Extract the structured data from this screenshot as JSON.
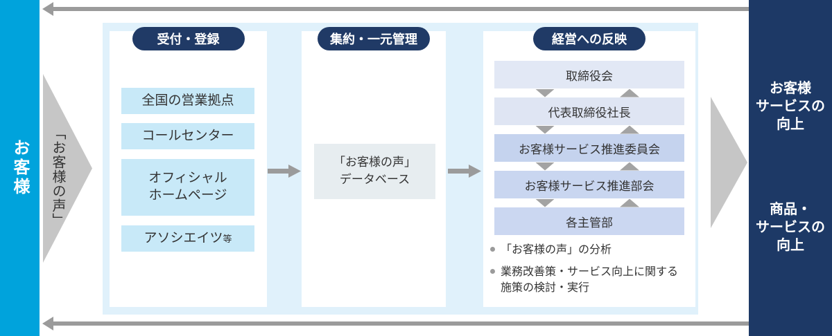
{
  "colors": {
    "cyan_bar": "#00a3dc",
    "navy_panel": "#1d3966",
    "pill_navy": "#203a66",
    "light_panel": "#e0f1fb",
    "source_box": "#c8e9f8",
    "db_box": "#e7edf0",
    "arrow_gray": "#9b9b9b",
    "triangle_gray": "#c6c6c6"
  },
  "left": {
    "customer": "お客様",
    "voice_label": "「お客様の声」"
  },
  "columns": [
    {
      "pill": "受付・登録",
      "boxes": [
        {
          "label": "全国の営業拠点"
        },
        {
          "label": "コールセンター"
        },
        {
          "label": "オフィシャル\nホームページ"
        },
        {
          "label": "アソシエイツ",
          "suffix": "等"
        }
      ]
    },
    {
      "pill": "集約・一元管理",
      "db": "「お客様の声」\nデータベース"
    },
    {
      "pill": "経営への反映",
      "boxes": [
        {
          "label": "取締役会",
          "bg": "#e2e8f5"
        },
        {
          "label": "代表取締役社長",
          "bg": "#dfe5f3"
        },
        {
          "label": "お客様サービス推進委員会",
          "bg": "#c5d3ee"
        },
        {
          "label": "お客様サービス推進部会",
          "bg": "#c9d6f0"
        },
        {
          "label": "各主管部",
          "bg": "#cbd7f1"
        }
      ],
      "bullets": [
        "「お客様の声」の分析",
        "業務改善策・サービス向上に関する施策の検討・実行"
      ]
    }
  ],
  "right": {
    "goal1": "お客様\nサービスの\n向上",
    "goal2": "商品・\nサービスの\n向上"
  }
}
